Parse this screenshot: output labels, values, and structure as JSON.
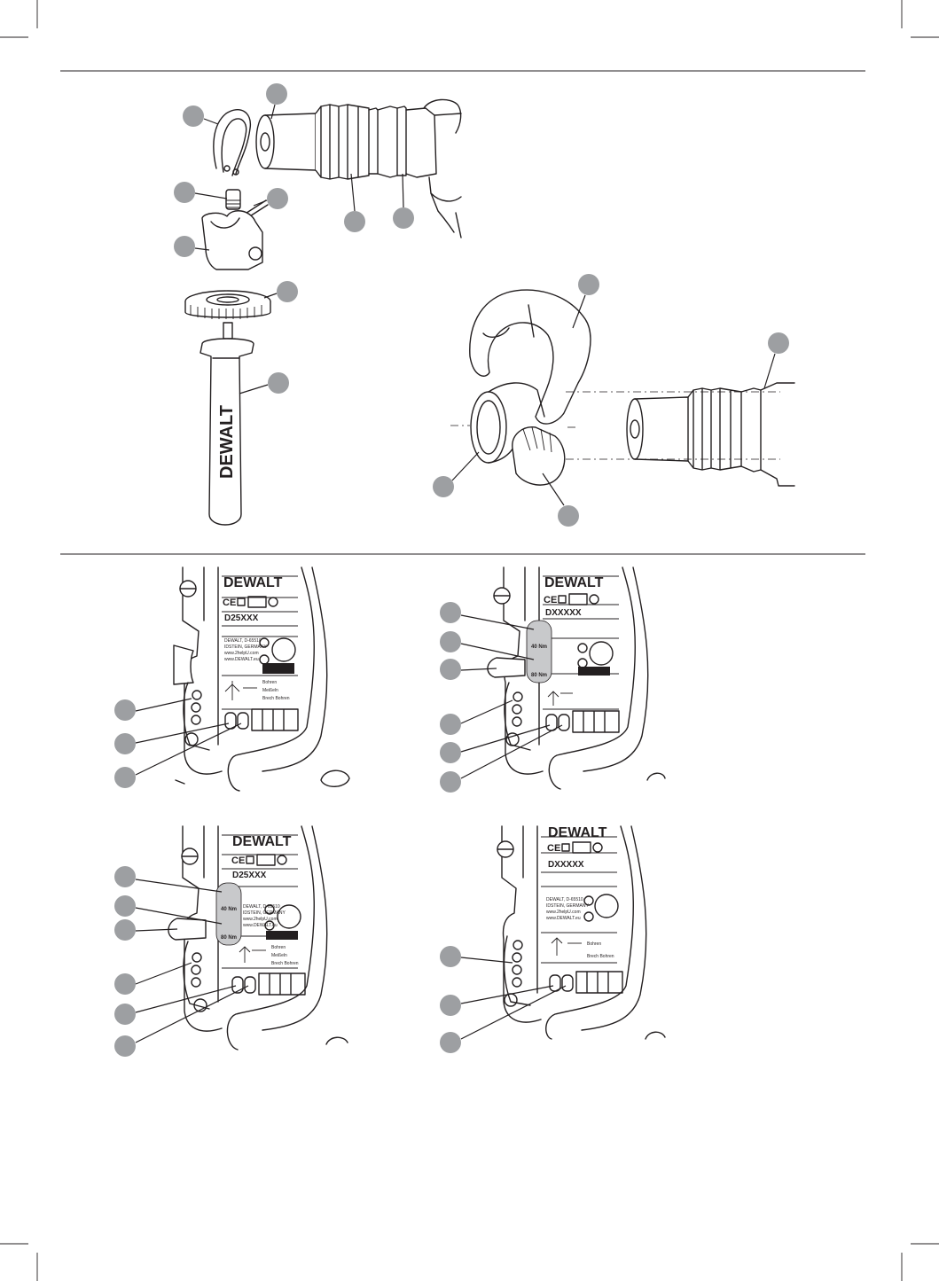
{
  "brand": {
    "logo_text": "DEWALT"
  },
  "labels": {
    "model_a": "D25XXX",
    "model_b": "DXXXXX",
    "model_c": "D25XXX",
    "model_d": "DXXXXX",
    "torque_low": "40 Nm",
    "torque_high": "80 Nm",
    "address_line_1": "DEWALT, D-65510",
    "address_line_2": "IDSTEIN, GERMANY",
    "web_line_1": "www.2helpU.com",
    "web_line_2": "www.DEWALT.eu",
    "mode_1": "Bohren",
    "mode_2": "Meißeln",
    "mode_3": "Brech Bohren",
    "ce_mark": "CE"
  },
  "colors": {
    "callout_fill": "#9d9fa2",
    "ink": "#231f20",
    "torque_badge": "#c8c9cb"
  }
}
